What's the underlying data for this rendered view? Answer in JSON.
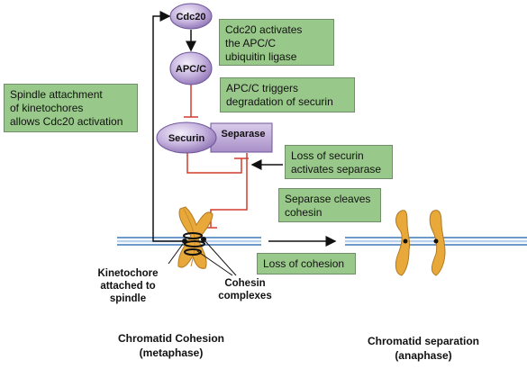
{
  "nodes": {
    "cdc20": "Cdc20",
    "apcc": "APC/C",
    "securin": "Securin",
    "separase": "Separase"
  },
  "notes": {
    "cdc20_activates": "Cdc20 activates\nthe APC/C\nubiquitin ligase",
    "apcc_triggers": "APC/C triggers\ndegradation of securin",
    "spindle_attachment": "Spindle attachment\nof kinetochores\nallows Cdc20 activation",
    "loss_of_securin": "Loss of securin\nactivates separase",
    "separase_cleaves": "Separase cleaves\ncohesin",
    "loss_of_cohesion": "Loss of cohesion"
  },
  "labels": {
    "kinetochore": "Kinetochore\nattached to\nspindle",
    "cohesin": "Cohesin\ncomplexes"
  },
  "captions": {
    "metaphase": "Chromatid Cohesion\n(metaphase)",
    "anaphase": "Chromatid separation\n(anaphase)"
  },
  "colors": {
    "note_fill": "#99c98a",
    "node_fill": "#a98fc6",
    "chromosome": "#e8a93a",
    "inhibit_line": "#d33b2f",
    "spindle": "#3d78b8"
  }
}
